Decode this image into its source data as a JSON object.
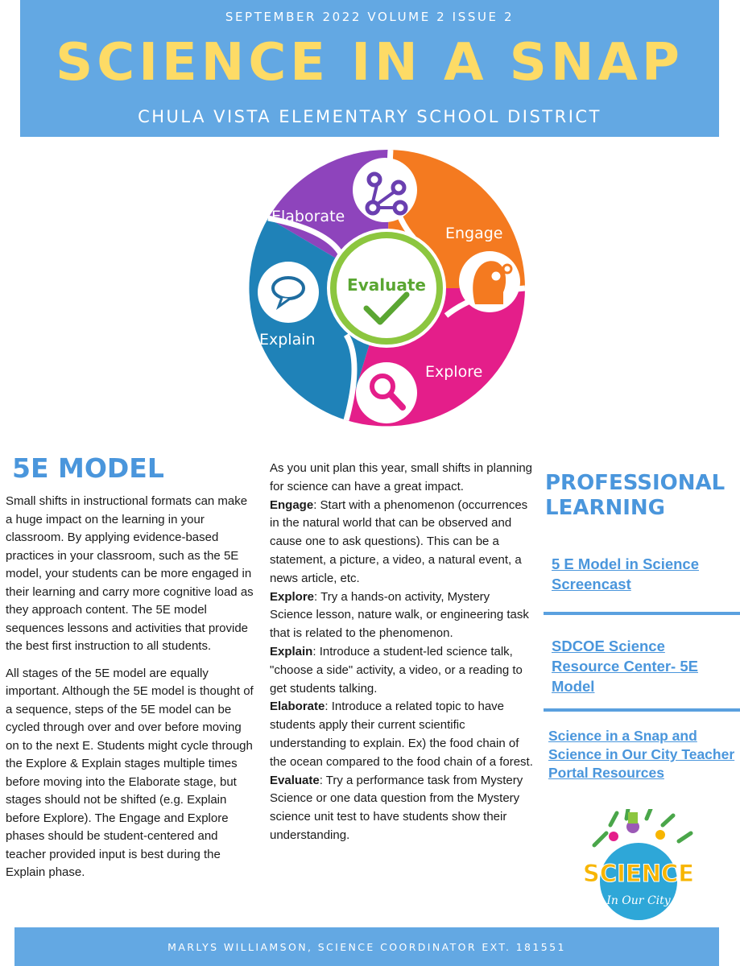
{
  "header": {
    "issue": "SEPTEMBER 2022 VOLUME 2 ISSUE 2",
    "title": "SCIENCE IN A SNAP",
    "district": "CHULA VISTA ELEMENTARY SCHOOL DISTRICT"
  },
  "cycle": {
    "segments": [
      "Elaborate",
      "Engage",
      "Explain",
      "Explore"
    ],
    "center": "Evaluate",
    "colors": {
      "elaborate": "#8e44bc",
      "engage": "#f47a20",
      "explain": "#1f82b8",
      "explore": "#e41e8a",
      "center_ring": "#8cc63f",
      "check": "#5aa632"
    }
  },
  "column1": {
    "heading": "5E MODEL",
    "p1": "Small shifts in instructional formats can make a huge impact on the learning in your classroom.  By applying evidence-based practices in your classroom, such as the 5E model, your students can be more engaged in their learning and carry more cognitive load as they approach content.  The 5E model sequences lessons and activities that provide the best first instruction to all students.",
    "p2": "All stages of the 5E model are equally important.  Although the 5E model is thought of a sequence, steps of the 5E model can be cycled through over and over before moving on to the next E. Students might cycle through the Explore & Explain stages multiple times before moving into the Elaborate stage, but stages should not be shifted (e.g. Explain before Explore).  The Engage and Explore phases should be student-centered and teacher provided input is best during the Explain phase."
  },
  "column2": {
    "intro": "As you unit plan this year, small shifts in planning for science can have a great impact.",
    "engage_label": "Engage",
    "engage_text": ": Start with a phenomenon (occurrences in the natural world that can be observed and cause one to ask questions). This can be a statement, a picture, a video, a natural event, a news article, etc.",
    "explore_label": "Explore",
    "explore_text": ": Try a hands-on activity, Mystery Science lesson, nature walk, or engineering task that is related to the phenomenon.",
    "explain_label": "Explain",
    "explain_text": ": Introduce a student-led science talk, \"choose a side\" activity, a video, or a reading to get students talking.",
    "elaborate_label": "Elaborate",
    "elaborate_text": ": Introduce a related topic to have students apply their current scientific understanding to explain. Ex)  the food chain of the ocean compared to the food chain of a forest.",
    "evaluate_label": "Evaluate",
    "evaluate_text": ": Try a performance task from Mystery Science or one data question from the Mystery science unit test to have students show their understanding."
  },
  "column3": {
    "heading": "PROFESSIONAL LEARNING",
    "link1": "5 E Model in Science Screencast",
    "link2": "SDCOE Science Resource Center- 5E Model",
    "link3": "Science in a Snap and Science in Our City Teacher Portal Resources ",
    "logo_word": "SCIENCE",
    "logo_sub": "In Our City"
  },
  "footer": {
    "text": "MARLYS WILLIAMSON, SCIENCE COORDINATOR EXT. 181551"
  }
}
